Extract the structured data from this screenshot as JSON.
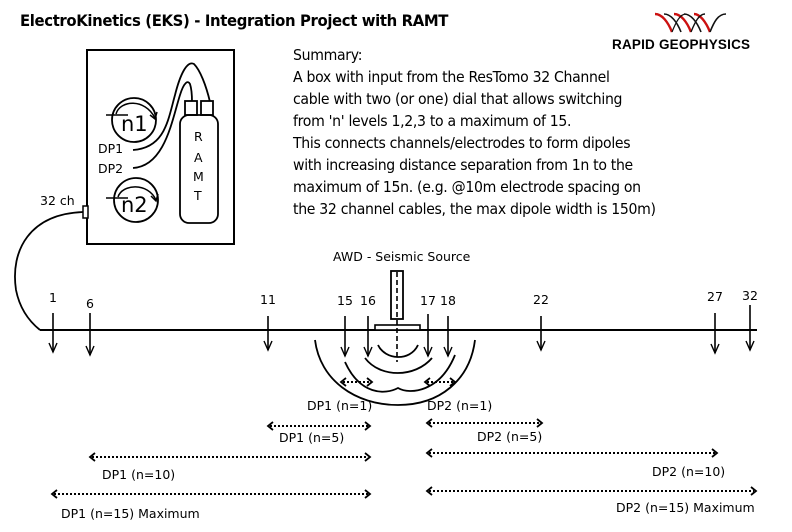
{
  "header": {
    "title": "ElectroKinetics (EKS) - Integration Project with RAMT",
    "logo": {
      "name": "RAPID GEOPHYSICS",
      "icon": "wave-helix-logo-icon",
      "colors": [
        "#cc1111",
        "#111111"
      ]
    }
  },
  "summary": {
    "heading": "Summary:",
    "lines": [
      "A box with input from the ResTomo 32 Channel",
      "cable with two (or one) dial that allows switching",
      "from 'n' levels 1,2,3 to a maximum of 15.",
      "This connects channels/electrodes to form dipoles",
      "with increasing distance separation from 1n to the",
      "maximum of 15n. (e.g. @10m electrode spacing on",
      "the 32 channel cables, the max dipole width is 150m)"
    ]
  },
  "switch_box": {
    "dials": [
      {
        "label": "n1"
      },
      {
        "label": "n2"
      }
    ],
    "outputs": [
      {
        "label": "DP1"
      },
      {
        "label": "DP2"
      }
    ],
    "device_letters": [
      "R",
      "A",
      "M",
      "T"
    ],
    "input_label": "32 ch"
  },
  "source": {
    "label": "AWD - Seismic Source"
  },
  "electrodes": [
    {
      "label": "1"
    },
    {
      "label": "6"
    },
    {
      "label": "11"
    },
    {
      "label": "15"
    },
    {
      "label": "16"
    },
    {
      "label": "17"
    },
    {
      "label": "18"
    },
    {
      "label": "22"
    },
    {
      "label": "27"
    },
    {
      "label": "32"
    }
  ],
  "dipoles": {
    "dp1": [
      {
        "label": "DP1 (n=1)",
        "from": 15,
        "to": 16
      },
      {
        "label": "DP1 (n=5)",
        "from": 11,
        "to": 16
      },
      {
        "label": "DP1 (n=10)",
        "from": 6,
        "to": 16
      },
      {
        "label": "DP1 (n=15) Maximum",
        "from": 1,
        "to": 16
      }
    ],
    "dp2": [
      {
        "label": "DP2 (n=1)",
        "from": 17,
        "to": 18
      },
      {
        "label": "DP2 (n=5)",
        "from": 17,
        "to": 22
      },
      {
        "label": "DP2 (n=10)",
        "from": 17,
        "to": 27
      },
      {
        "label": "DP2 (n=15) Maximum",
        "from": 17,
        "to": 32
      }
    ]
  }
}
